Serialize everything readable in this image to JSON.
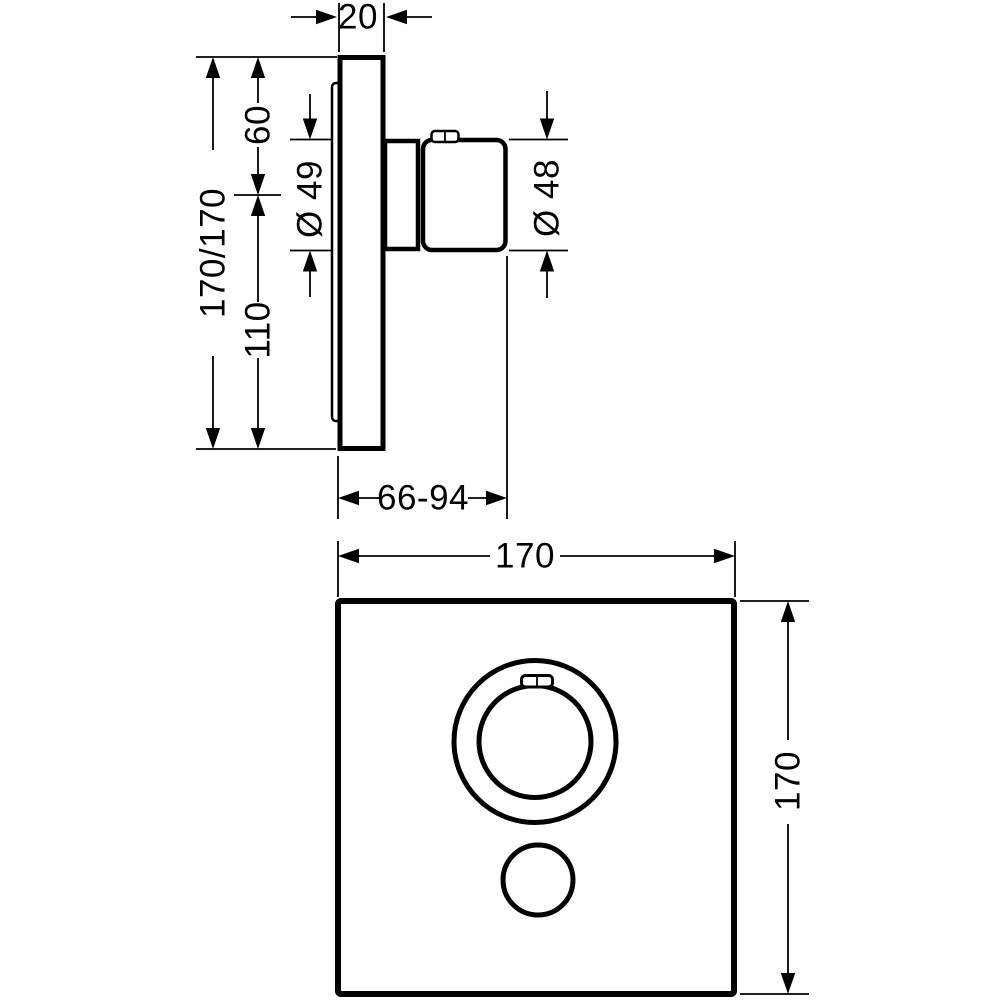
{
  "colors": {
    "line": "#000000",
    "background": "#ffffff"
  },
  "side_view": {
    "labels": {
      "plate_thickness": "20",
      "edge_to_axis": "60",
      "sleeve_diameter": "Ø 49",
      "plate_size": "170/170",
      "axis_to_bottom": "110",
      "handle_diameter": "Ø 48",
      "installation_depth": "66-94"
    }
  },
  "front_view": {
    "labels": {
      "width": "170",
      "height": "170"
    }
  }
}
